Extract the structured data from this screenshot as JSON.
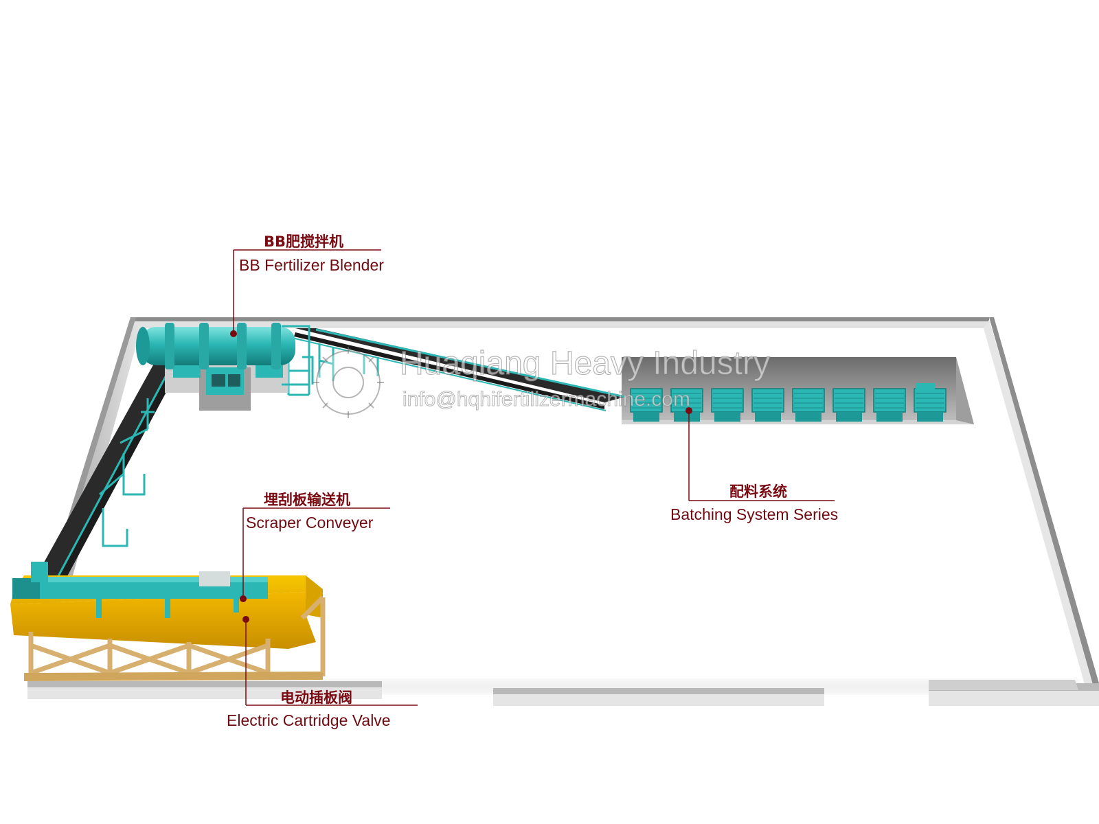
{
  "labels": {
    "blender_zh": "BB肥搅拌机",
    "blender_en": "BB Fertilizer Blender",
    "scraper_zh": "埋刮板输送机",
    "scraper_en": "Scraper Conveyer",
    "valve_zh": "电动插板阀",
    "valve_en": "Electric Cartridge Valve",
    "batching_zh": "配料系统",
    "batching_en": "Batching System Series"
  },
  "watermark": {
    "company": "Huaqiang Heavy Industry",
    "email": "info@hqhifertilizermachine.com"
  },
  "colors": {
    "machine_teal": "#2bb7b4",
    "belt": "#2a2a2a",
    "hopper_yellow": "#f5c200",
    "frame_tan": "#d7b070",
    "wall": "#d8d8d8",
    "callout_red": "#7a0a12"
  },
  "batching_hopper_count": 8
}
